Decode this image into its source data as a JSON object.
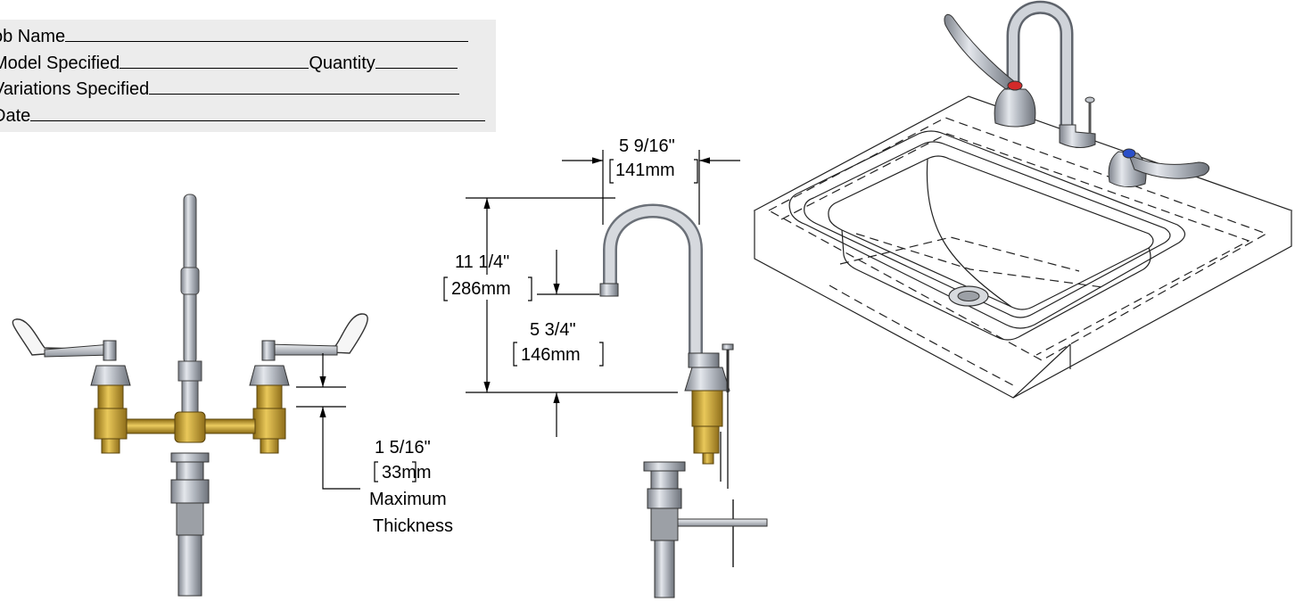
{
  "form": {
    "job_name_label": "ob Name",
    "model_label": "Model Specified",
    "quantity_label": "Quantity",
    "variations_label": "Variations Specified",
    "date_label": "Date"
  },
  "dimensions": {
    "spout_reach_in": "5 9/16\"",
    "spout_reach_mm": "141mm",
    "spout_height_in": "11 1/4\"",
    "spout_height_mm": "286mm",
    "outlet_height_in": "5 3/4\"",
    "outlet_height_mm": "146mm",
    "thickness_in": "1 5/16\"",
    "thickness_mm": "33mm",
    "thickness_note_1": "Maximum",
    "thickness_note_2": "Thickness"
  },
  "colors": {
    "chrome": "#b8bcc4",
    "brass": "#c9a43a",
    "hot_indicator": "#d42a2a",
    "cold_indicator": "#2a4fc9",
    "form_bg": "#ececec"
  }
}
